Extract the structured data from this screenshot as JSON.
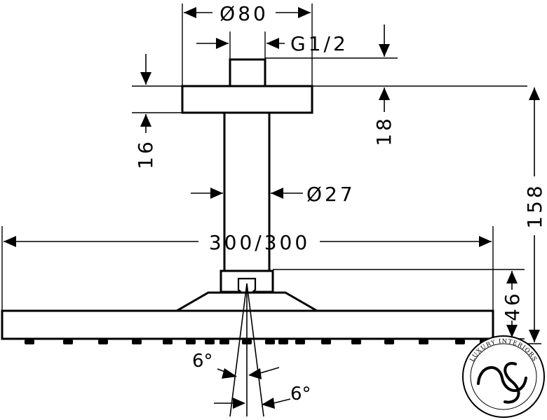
{
  "dimensions": {
    "outer_diameter": "Ø80",
    "thread": "G1/2",
    "flange_height": "16",
    "flange_offset": "18",
    "arm_diameter": "Ø27",
    "head_size": "300/300",
    "head_height": "46",
    "total_height": "158",
    "angle_upper": "6°",
    "angle_lower": "6°"
  },
  "watermark": {
    "text": "LUXURY INTERIORS"
  }
}
